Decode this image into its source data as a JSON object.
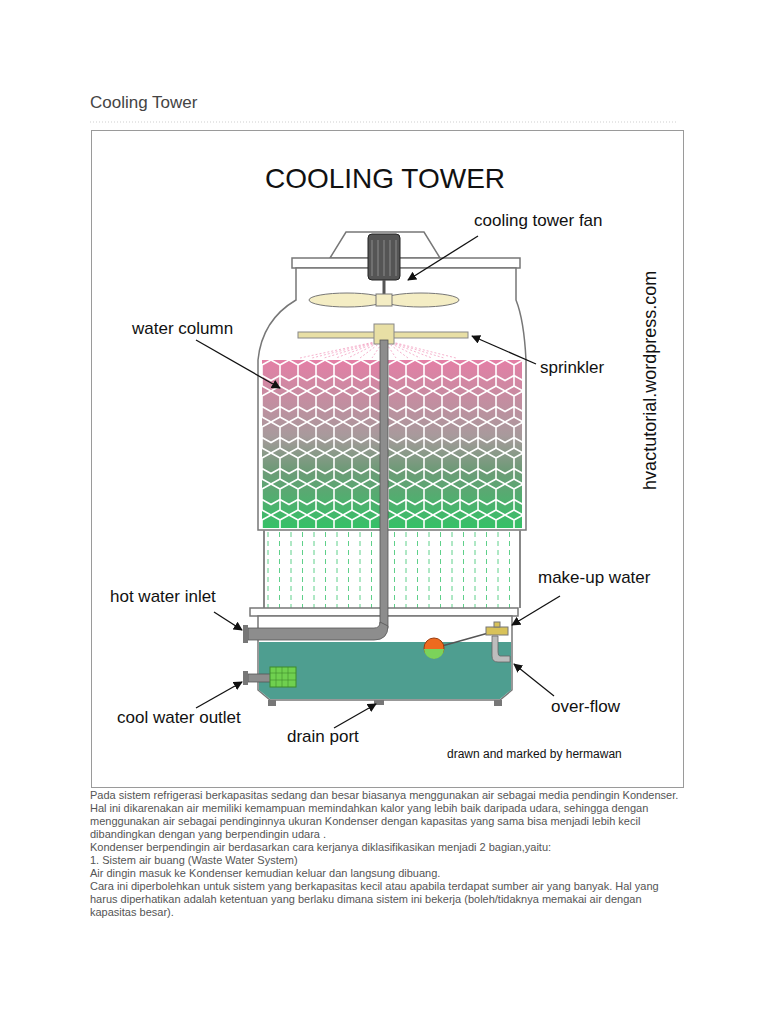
{
  "diagram": {
    "title": "Cooling Tower",
    "labels": [
      "COOLING TOWER",
      "cooling tower fan",
      "water column",
      "sprinkler",
      "hvactutorial.wordpress.com",
      "hot water inlet",
      "make-up water",
      "cool water outlet",
      "over-flow",
      "drain port",
      "drawn and marked by hermawan",
      "Pada sistem refrigerasi berkapasitas sedang dan besar biasanya menggunakan air sebagai media pendingin Kondenser. Hal ini dikarenakan air memiliki kemampuan memindahkan kalor yang lebih baik daripada udara, sehingga dengan menggunakan air sebagai pendinginnya ukuran Kondenser dengan kapasitas yang sama bisa menjadi lebih kecil dibandingkan dengan yang berpendingin udara .",
      "Kondenser berpendingin air berdasarkan cara kerjanya diklasifikasikan menjadi 2 bagian,yaitu:",
      "1. Sistem air buang (Waste Water System)",
      "Air dingin masuk ke Kondenser kemudian keluar dan langsung dibuang.",
      "Cara ini diperbolehkan untuk sistem yang berkapasitas kecil atau apabila terdapat sumber air yang banyak. Hal yang harus diperhatikan adalah ketentuan yang berlaku dimana sistem ini bekerja (boleh/tidaknya memakai air dengan kapasitas besar)."
    ]
  }
}
